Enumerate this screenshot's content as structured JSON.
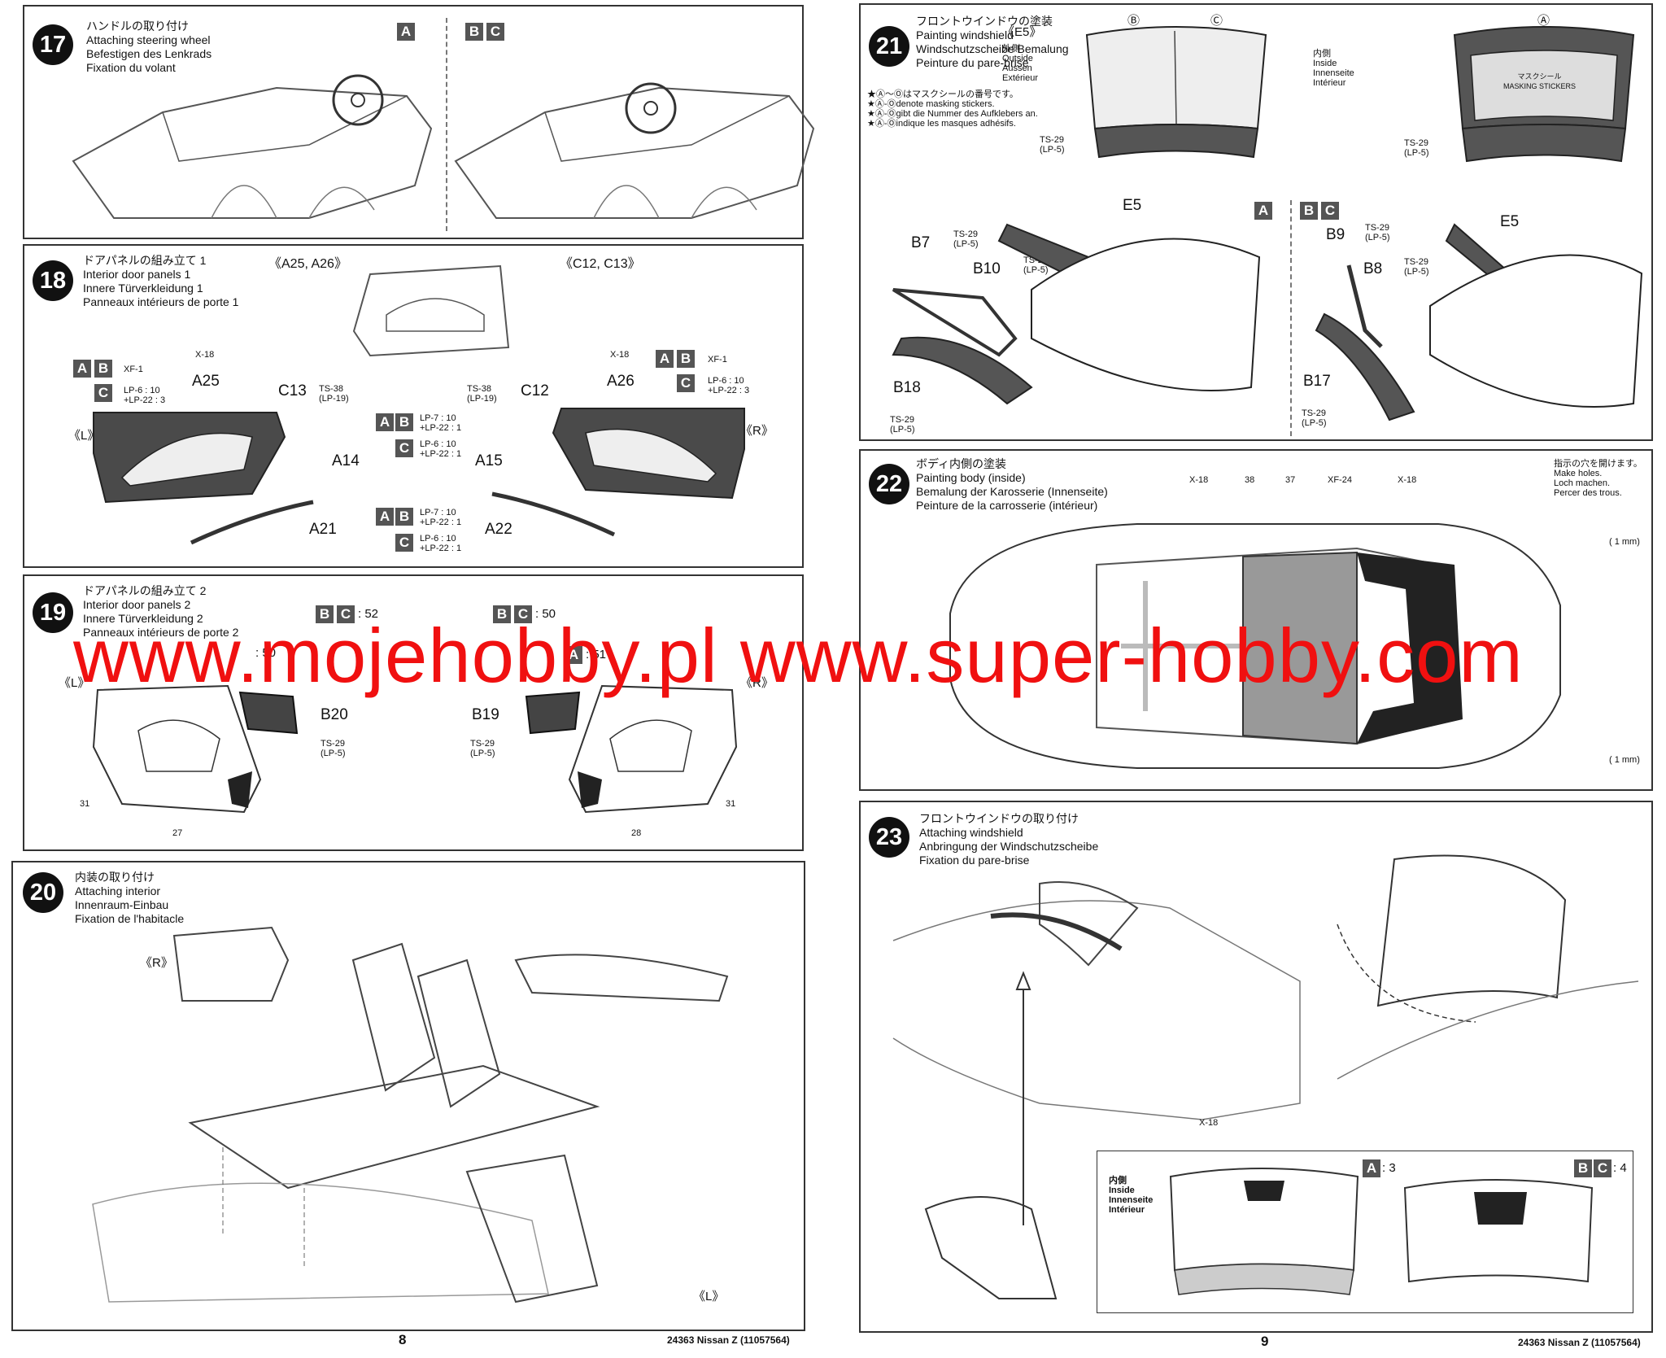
{
  "steps": {
    "s17": {
      "num": "17",
      "title": "ハンドルの取り付け\nAttaching steering wheel\nBefestigen des Lenkrads\nFixation du volant",
      "variant_a": "A",
      "variant_b": "B",
      "variant_c": "C"
    },
    "s18": {
      "num": "18",
      "title": "ドアパネルの組み立て 1\nInterior door panels 1\nInnere Türverkleidung 1\nPanneaux intérieurs de porte 1",
      "callout_left": "《A25, A26》",
      "callout_right": "《C12, C13》",
      "side_l": "《L》",
      "side_r": "《R》",
      "xf1_left": "XF-1",
      "xf1_right": "XF-1",
      "lp_left": "LP-6 : 10\n+LP-22 : 3",
      "lp_right": "LP-6 : 10\n+LP-22 : 3",
      "x18_left": "X-18",
      "x18_right": "X-18",
      "a25": "A25",
      "a26": "A26",
      "c13": "C13",
      "c12": "C12",
      "ts38_left": "TS-38\n(LP-19)",
      "ts38_right": "TS-38\n(LP-19)",
      "a14": "A14",
      "a15": "A15",
      "a21": "A21",
      "a22": "A22",
      "mix1": "LP-7 : 10\n+LP-22 : 1",
      "mix2": "LP-6 : 10\n+LP-22 : 1",
      "mix3": "LP-7 : 10\n+LP-22 : 1",
      "mix4": "LP-6 : 10\n+LP-22 : 1"
    },
    "s19": {
      "num": "19",
      "title": "ドアパネルの組み立て 2\nInterior door panels 2\nInnere Türverkleidung 2\nPanneaux intérieurs de porte 2",
      "bc52": ": 52",
      "bc50": ": 50",
      "a50": ": 50",
      "a51": ": 51",
      "side_l": "《L》",
      "side_r": "《R》",
      "b20": "B20",
      "b19": "B19",
      "ts29_l": "TS-29\n(LP-5)",
      "ts29_r": "TS-29\n(LP-5)",
      "n31_l": "31",
      "n27": "27",
      "n31_r": "31",
      "n28": "28"
    },
    "s20": {
      "num": "20",
      "title": "内装の取り付け\nAttaching interior\nInnenraum-Einbau\nFixation de l'habitacle",
      "side_r": "《R》",
      "side_l": "《L》"
    },
    "s21": {
      "num": "21",
      "title": "フロントウインドウの塗装\nPainting windshield\nWindschutzscheibe Bemalung\nPeinture du pare-brise",
      "e5": "《E5》",
      "outside": "外側\nOutside\nAussen\nExtérieur",
      "inside": "内側\nInside\nInnenseite\nIntérieur",
      "note": "★Ⓐ～Ⓞはマスクシールの番号です。\n★Ⓐ-Ⓞdenote masking stickers.\n★Ⓐ-Ⓞgibt die Nummer des Aufklebers an.\n★Ⓐ-Ⓞindique les masques adhésifs.",
      "mB": "Ⓑ",
      "mC": "Ⓒ",
      "mA": "Ⓐ",
      "mask": "マスクシール\nMASKING STICKERS",
      "ts29a": "TS-29\n(LP-5)",
      "ts29b": "TS-29\n(LP-5)",
      "b7": "B7",
      "b10": "B10",
      "b18": "B18",
      "e5a": "E5",
      "b9": "B9",
      "b8": "B8",
      "b17": "B17",
      "e5b": "E5",
      "t_b7": "TS-29\n(LP-5)",
      "t_b10": "TS-29\n(LP-5)",
      "t_b18": "TS-29\n(LP-5)",
      "t_b9": "TS-29\n(LP-5)",
      "t_b8": "TS-29\n(LP-5)",
      "t_b17": "TS-29\n(LP-5)"
    },
    "s22": {
      "num": "22",
      "title": "ボディ内側の塗装\nPainting body (inside)\nBemalung der Karosserie (Innenseite)\nPeinture de la carrosserie (intérieur)",
      "x18a": "X-18",
      "n38": "38",
      "n37": "37",
      "xf24": "XF-24",
      "x18b": "X-18",
      "holes": "指示の穴を開けます。\nMake holes.\nLoch machen.\nPercer des trous.",
      "mm1": "( 1 mm)",
      "mm2": "( 1 mm)"
    },
    "s23": {
      "num": "23",
      "title": "フロントウインドウの取り付け\nAttaching windshield\nAnbringung der Windschutzscheibe\nFixation du pare-brise",
      "x18": "X-18",
      "inside": "内側\nInside\nInnenseite\nIntérieur",
      "a3": ": 3",
      "bc4": ": 4"
    }
  },
  "footer": {
    "page_left": "8",
    "page_right": "9",
    "code_left": "24363  Nissan Z (11057564)",
    "code_right": "24363  Nissan Z (11057564)"
  },
  "watermark": "www.mojehobby.pl  www.super-hobby.com"
}
